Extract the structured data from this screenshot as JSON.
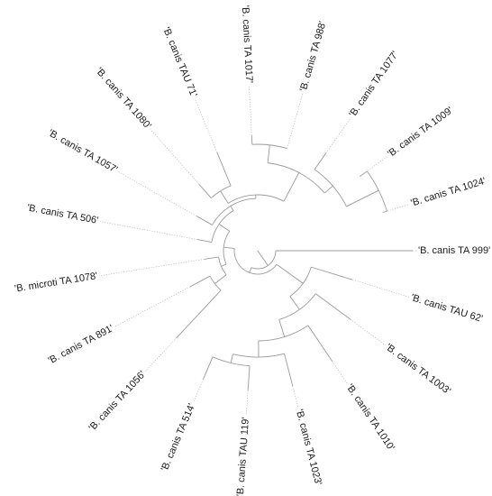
{
  "tree": {
    "tips": [
      {
        "id": "t999",
        "label": "'B. canis TA 999'"
      },
      {
        "id": "tTAU62",
        "label": "'B. canis TAU 62'"
      },
      {
        "id": "t1003",
        "label": "'B. canis TA 1003'"
      },
      {
        "id": "t1010",
        "label": "'B. canis TA 1010'"
      },
      {
        "id": "t1023",
        "label": "'B. canis TA 1023'"
      },
      {
        "id": "tTAU119",
        "label": "'B. canis TAU 119'"
      },
      {
        "id": "t514",
        "label": "'B. canis TA 514'"
      },
      {
        "id": "t1056",
        "label": "'B. canis TA 1056'"
      },
      {
        "id": "t891",
        "label": "'B. canis TA 891'"
      },
      {
        "id": "t1078",
        "label": "'B. microti TA 1078'"
      },
      {
        "id": "t506",
        "label": "'B. canis TA 506'"
      },
      {
        "id": "t1057",
        "label": "'B. canis TA 1057'"
      },
      {
        "id": "t1080",
        "label": "'B. canis TA 1080'"
      },
      {
        "id": "tTAU71",
        "label": "'B. canis TAU 71'"
      },
      {
        "id": "t1017",
        "label": "'B. canis TA 1017'"
      },
      {
        "id": "t988",
        "label": "'B. canis TA 988'"
      },
      {
        "id": "t1077",
        "label": "'B. canis TA 1077'"
      },
      {
        "id": "t1009",
        "label": "'B. canis TA 1009'"
      },
      {
        "id": "t1024",
        "label": "'B. canis TA 1024'"
      }
    ]
  }
}
